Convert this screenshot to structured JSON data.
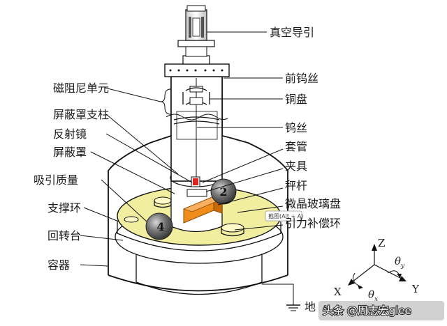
{
  "labels": {
    "vacuum_guide": "真空导引",
    "front_tungsten_wire": "前钨丝",
    "magnetic_damper": "磁阻尼单元",
    "copper_disk": "铜盘",
    "shield_column": "屏蔽罩支柱",
    "tungsten_wire": "钨丝",
    "mirror": "反射镜",
    "sleeve": "套管",
    "shield": "屏蔽罩",
    "clamp": "夹具",
    "attract_mass": "吸引质量",
    "balance_rod": "秤杆",
    "support_ring": "支撑环",
    "glass_ceramic_disk": "微晶玻璃盘",
    "rotating_table": "回转台",
    "grav_compensation_ring": "引力补偿环",
    "container": "容器",
    "ground": "地"
  },
  "balls": {
    "ball_2": "2",
    "ball_4": "4"
  },
  "tooltip": "截图(Alt + A)",
  "axes": {
    "z": "Z",
    "x": "X",
    "y": "Y",
    "theta_y": "θ",
    "theta_y_sub": "y",
    "theta_x": "θ",
    "theta_x_sub": "x"
  },
  "watermark": "头条 @周志宏glee",
  "colors": {
    "disk": "#f2eea0",
    "rod": "#f08c1a",
    "ball": "#6b6b6b",
    "tube": "#555555"
  }
}
